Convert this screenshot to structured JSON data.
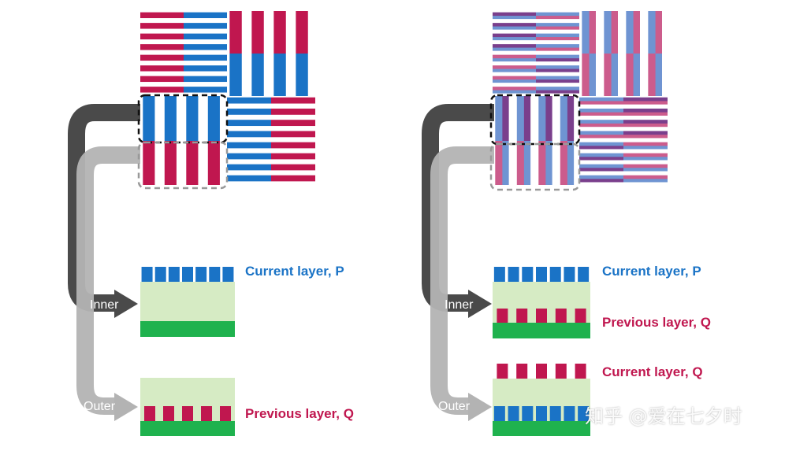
{
  "colors": {
    "blue": "#1a73c6",
    "crimson": "#c0174f",
    "light_green": "#d6ebc4",
    "green": "#1fb24e",
    "arrow_dark": "#4a4a4a",
    "arrow_light": "#b3b3b3",
    "mix_blue": "#6f94d2",
    "mix_pink": "#cc5c8c",
    "mix_purple": "#7a3f8c"
  },
  "left_panel": {
    "inner_label": "Inner",
    "outer_label": "Outer",
    "current_label": "Current layer, P",
    "previous_label": "Previous layer, Q"
  },
  "right_panel": {
    "inner_label": "Inner",
    "outer_label": "Outer",
    "current_p_label": "Current layer, P",
    "previous_q_label": "Previous layer, Q",
    "current_q_label": "Current layer, Q"
  },
  "watermark": "知乎 @爱在七夕时"
}
